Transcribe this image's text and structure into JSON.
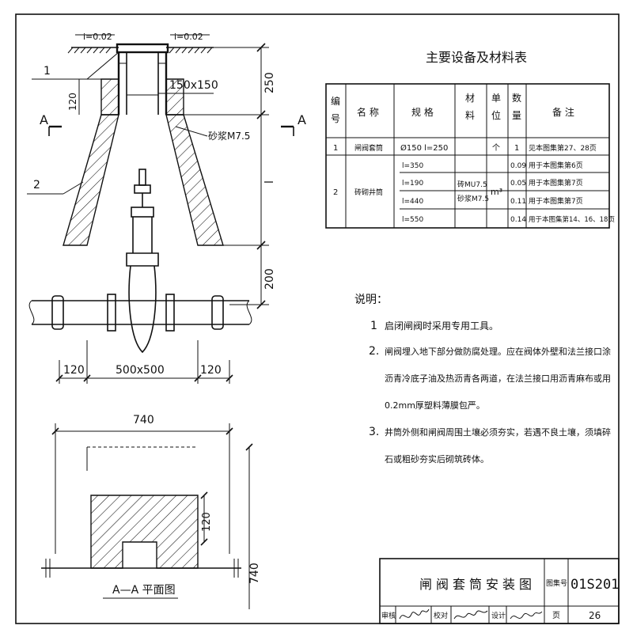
{
  "section_view": {
    "slope_left": "i=0.02",
    "slope_right": "i=0.02",
    "callout_1": "1",
    "callout_2": "2",
    "dim_120_top": "120",
    "dim_sleeve": "150x150",
    "dim_250": "250",
    "mortar_label": "砂浆M7.5",
    "dim_l": "l",
    "dim_200": "200",
    "section_mark_left": "A",
    "section_mark_right": "A",
    "dim_bottom_left": "120",
    "dim_bottom_mid": "500x500",
    "dim_bottom_right": "120"
  },
  "plan_view": {
    "dim_width": "740",
    "dim_height": "740",
    "dim_wall": "120",
    "title": "A—A 平面图"
  },
  "material_table": {
    "title": "主要设备及材料表",
    "headers": [
      "编号",
      "名 称",
      "规 格",
      "材料",
      "单位",
      "数量",
      "备 注"
    ],
    "row1": {
      "no": "1",
      "name": "闸阀套筒",
      "spec": "Ø150 l=250",
      "material": "",
      "unit": "个",
      "qty": "1",
      "note": "见本图集第27、28页"
    },
    "row2": {
      "no": "2",
      "name": "砖砌井筒",
      "material": "砖MU7.5 砂浆M7.5",
      "unit": "m³",
      "subrows": [
        {
          "spec": "l=350",
          "qty": "0.09",
          "note": "用于本图集第6页"
        },
        {
          "spec": "l=190",
          "qty": "0.05",
          "note": "用于本图集第7页"
        },
        {
          "spec": "l=440",
          "qty": "0.11",
          "note": "用于本图集第7页"
        },
        {
          "spec": "l=550",
          "qty": "0.14",
          "note": "用于本图集第14、16、18页"
        }
      ]
    }
  },
  "notes": {
    "heading": "说明：",
    "items": [
      {
        "num": "1",
        "text": "启闭闸阀时采用专用工具。"
      },
      {
        "num": "2.",
        "lines": [
          "闸阀埋入地下部分做防腐处理。应在阀体外壁和法兰接口涂",
          "沥青冷底子油及热沥青各两道，在法兰接口用沥青麻布或用",
          "0.2mm厚塑料薄膜包严。"
        ]
      },
      {
        "num": "3.",
        "lines": [
          "井筒外侧和闸阀周围土壤必须夯实，若遇不良土壤，须填碎",
          "石或粗砂夯实后砌筑砖体。"
        ]
      }
    ]
  },
  "title_block": {
    "drawing_title": "闸阀套筒安装图",
    "atlas_label": "图集号",
    "atlas_no": "01S201",
    "review_label": "审核",
    "check_label": "校对",
    "design_label": "设计",
    "page_label": "页",
    "page_no": "26"
  }
}
